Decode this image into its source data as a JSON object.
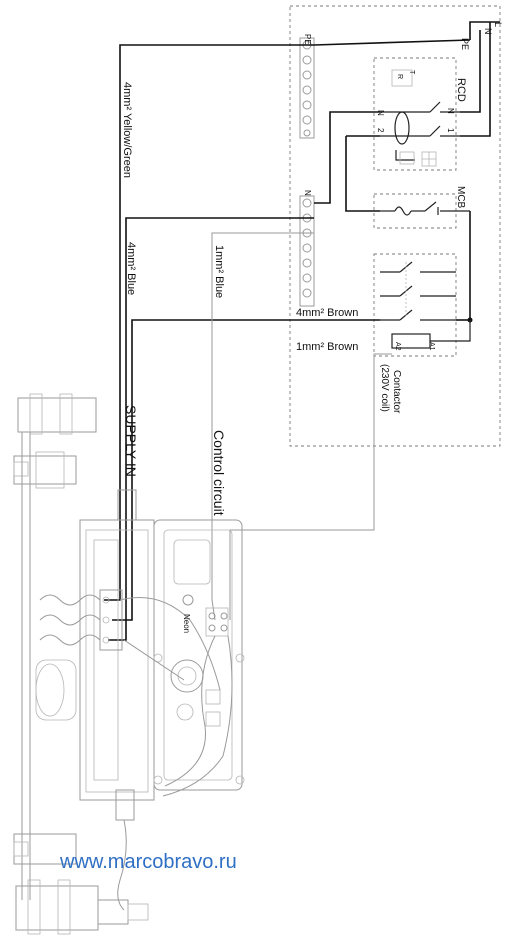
{
  "labels": {
    "pe_terminal": "PE",
    "pe_supply": "PE",
    "n_supply": "N",
    "l_supply": "L",
    "n_terminal": "N",
    "rcd": "RCD",
    "rcd_n": "N",
    "rcd_n2": "N",
    "rcd_1": "1",
    "rcd_2": "2",
    "rcd_1b": "1",
    "rcd_r": "R",
    "rcd_t": "T",
    "mcb": "MCB",
    "contactor_a1": "A1",
    "contactor_a2": "A2",
    "contactor_line1": "Contactor",
    "contactor_line2": "(230V coil)",
    "wire_yellow_green": "4mm² Yellow/Green",
    "wire_blue_4": "4mm² Blue",
    "wire_blue_1": "1mm² Blue",
    "wire_brown_4": "4mm² Brown",
    "wire_brown_1": "1mm² Brown",
    "supply_in": "SUPPLY IN",
    "control_circuit": "Control circuit",
    "neon": "Neon",
    "watermark": "www.marcobravo.ru"
  }
}
